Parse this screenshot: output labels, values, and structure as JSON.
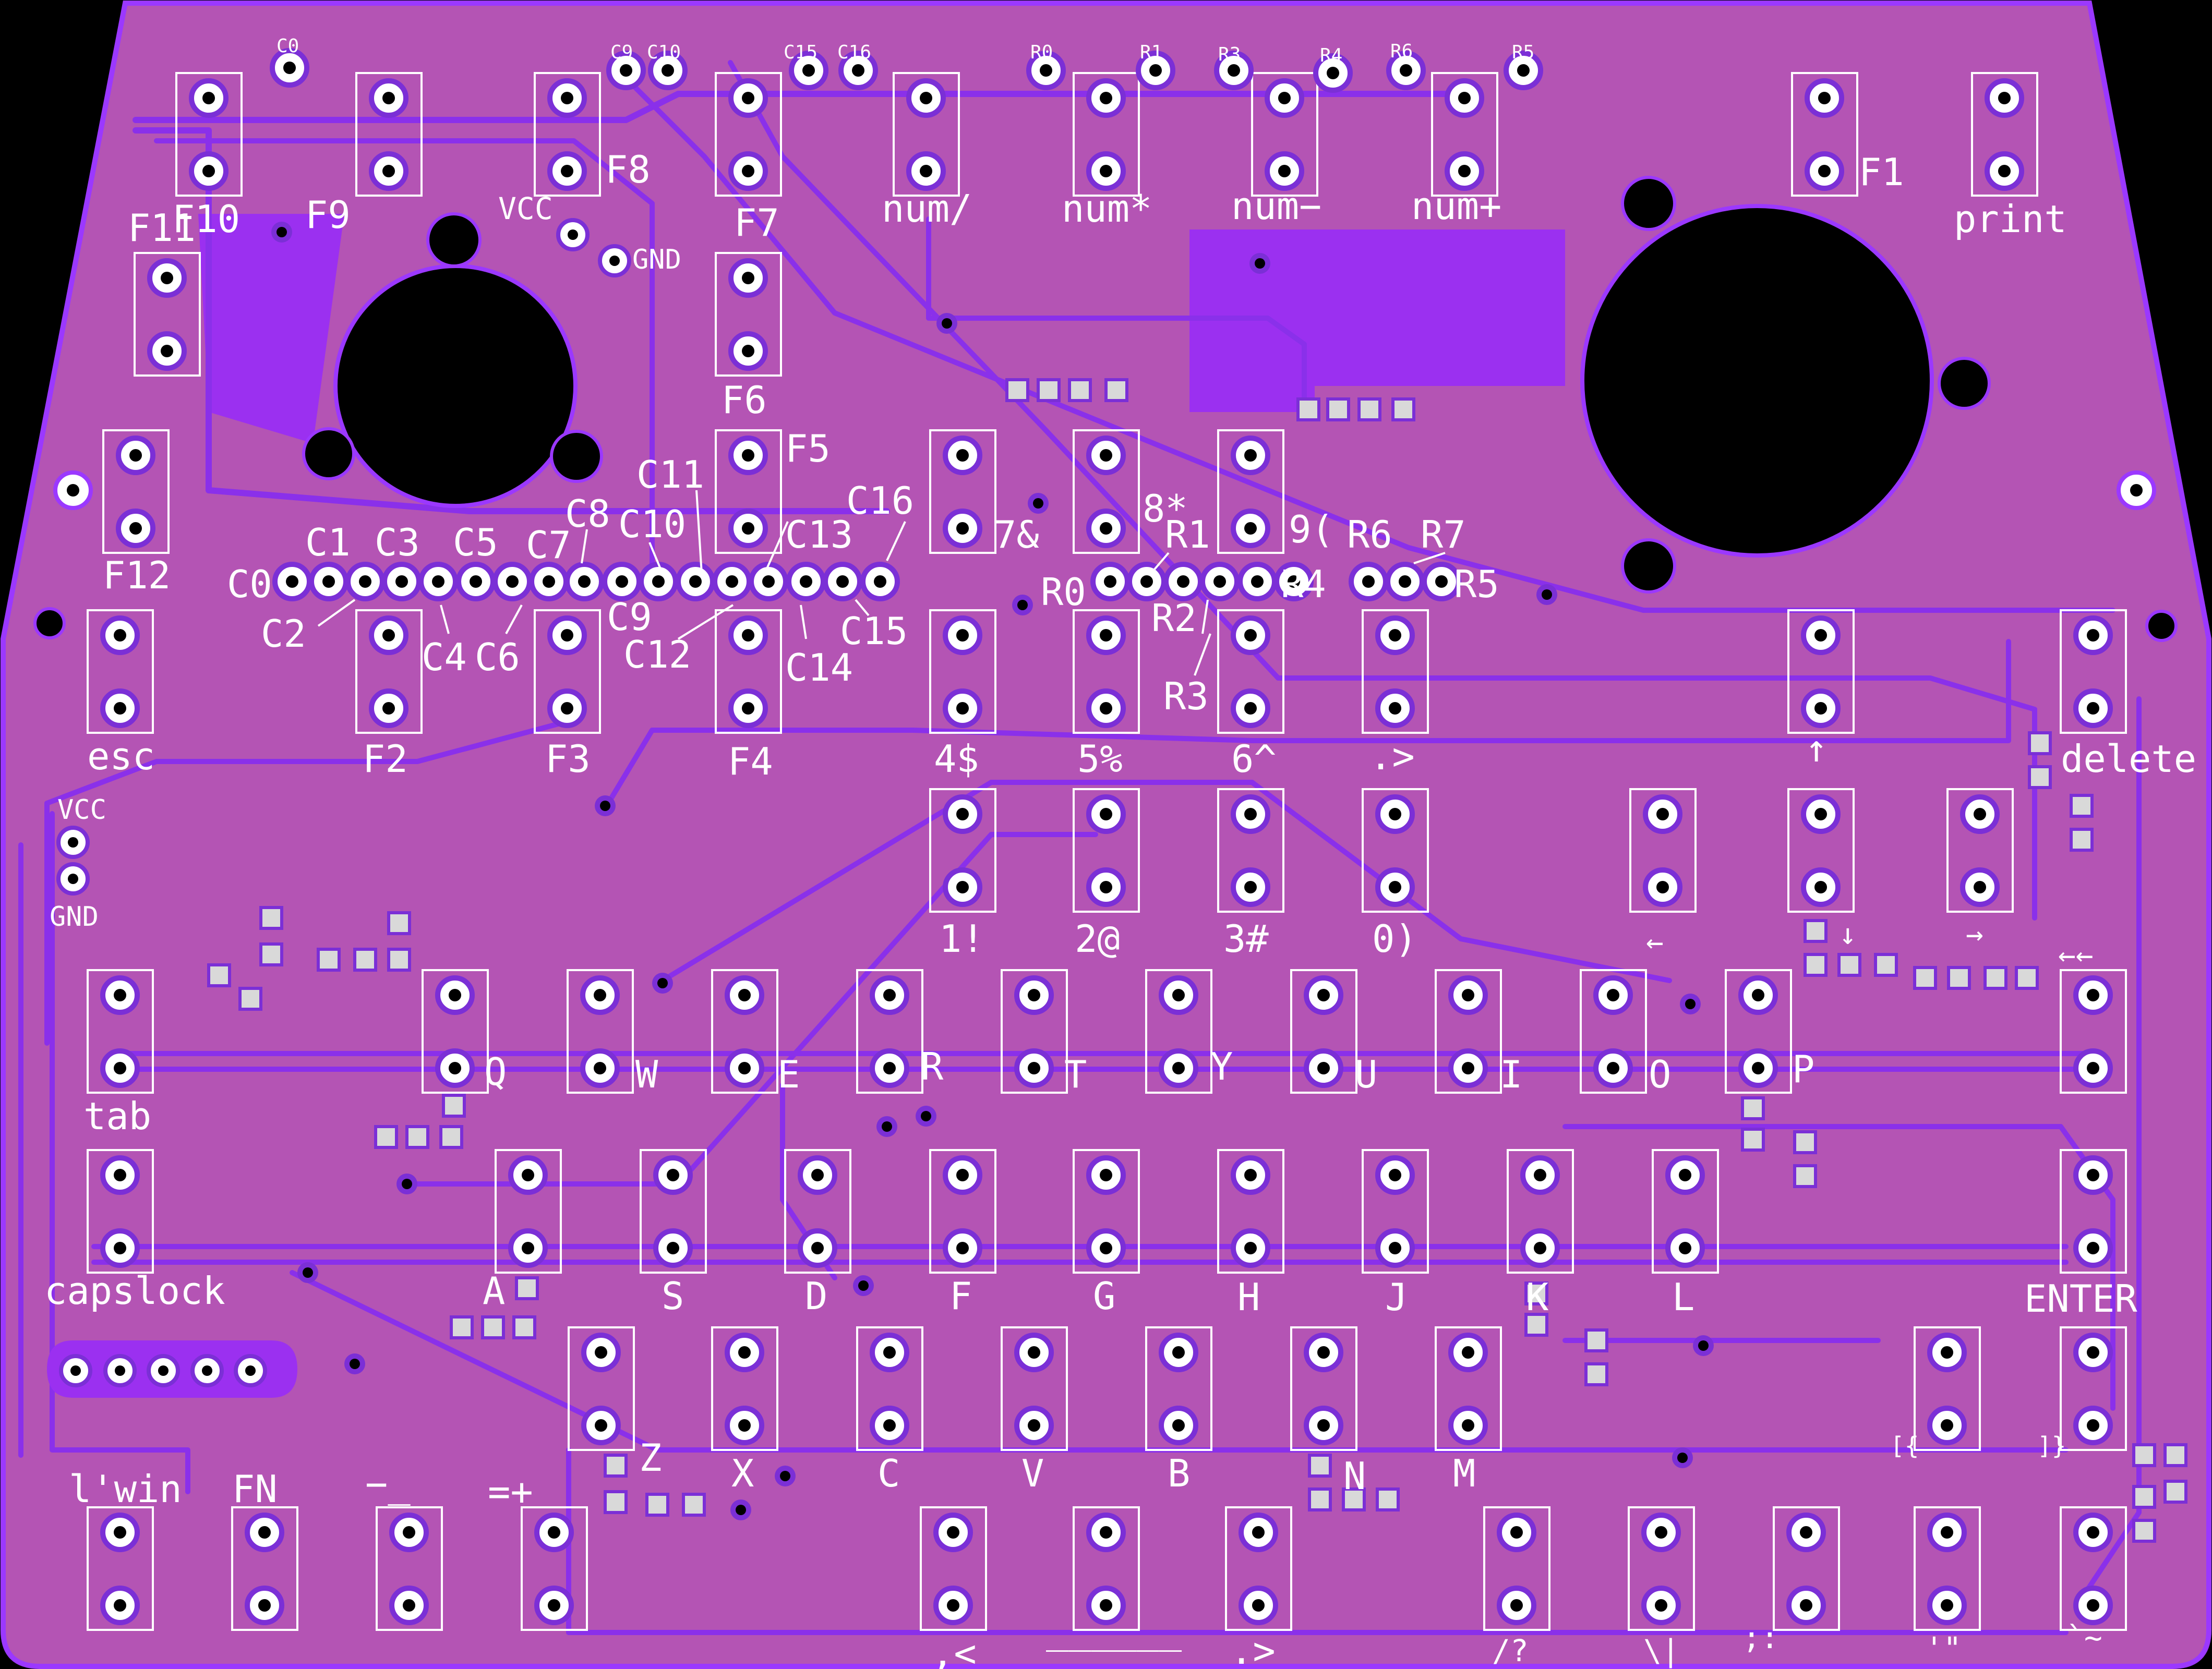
{
  "board": {
    "outline_color": "#9b38ff",
    "fill_color": "#b454b4",
    "trace_color": "#8a30ea",
    "copper_fill_color": "#9b30f0"
  },
  "top_pads": {
    "C0": "C0",
    "C9": "C9",
    "C10": "C10",
    "C15": "C15",
    "C16": "C16",
    "R0": "R0",
    "R1": "R1",
    "R3": "R3",
    "R4": "R4",
    "R6": "R6",
    "R5": "R5"
  },
  "power": {
    "vcc_top": "VCC",
    "gnd_top": "GND",
    "vcc_left": "VCC",
    "gnd_left": "GND"
  },
  "keys": {
    "f10": "F10",
    "f9": "F9",
    "f8": "F8",
    "f7": "F7",
    "f6": "F6",
    "f5": "F5",
    "f11": "F11",
    "f12": "F12",
    "f1": "F1",
    "print": "print",
    "num_div": "num/",
    "num_mul": "num*",
    "num_minus": "num−",
    "num_plus": "num+",
    "k7": "7&",
    "k8": "8*",
    "k9": "9(",
    "esc": "esc",
    "f2": "F2",
    "f3": "F3",
    "f4": "F4",
    "k4": "4$",
    "k5": "5%",
    "k6": "6^",
    "dot_gt": ".>",
    "up": "↑",
    "delete": "delete",
    "k1": "1!",
    "k2": "2@",
    "k3": "3#",
    "k0": "0)",
    "left": "←",
    "down": "↓",
    "right": "→",
    "backspace": "←←",
    "tab": "tab",
    "q": "Q",
    "w": "W",
    "e": "E",
    "r": "R",
    "t": "T",
    "y": "Y",
    "u": "U",
    "i": "I",
    "o": "O",
    "p": "P",
    "capslock": "capslock",
    "a": "A",
    "s": "S",
    "d": "D",
    "f": "F",
    "g": "G",
    "h": "H",
    "j": "J",
    "k": "K",
    "l": "L",
    "enter": "ENTER",
    "z": "Z",
    "x": "X",
    "c": "C",
    "v": "V",
    "b": "B",
    "n": "N",
    "m": "M",
    "lbracket": "[{",
    "rbracket": "]}",
    "lwin": "l'win",
    "fn": "FN",
    "minus": "−_",
    "equals": "=+",
    "comma": ",<",
    "space": "______",
    "period": ".>",
    "slash": "/?",
    "backslash": "\\|",
    "semicolon": ";:",
    "quote": "'\"",
    "grave": "`~"
  },
  "header": {
    "c_labels": [
      "C0",
      "C1",
      "C2",
      "C3",
      "C4",
      "C5",
      "C6",
      "C7",
      "C8",
      "C9",
      "C10",
      "C11",
      "C12",
      "C13",
      "C14",
      "C15",
      "C16"
    ],
    "r_labels": [
      "R0",
      "R1",
      "R2",
      "R3",
      "R4",
      "R5",
      "R6",
      "R7"
    ]
  }
}
